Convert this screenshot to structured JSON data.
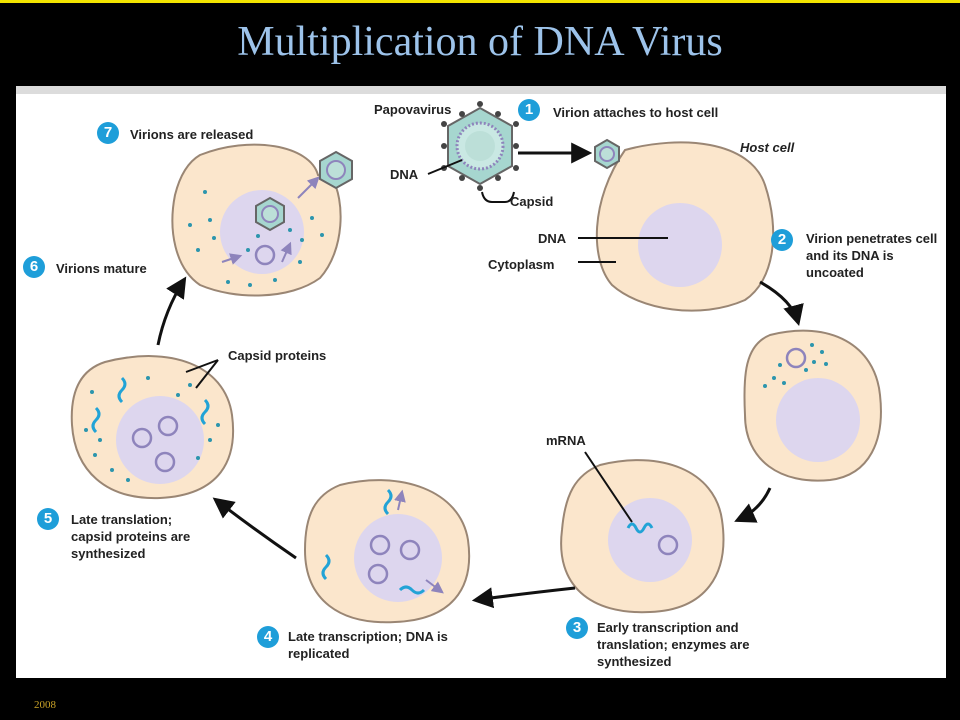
{
  "title": "Multiplication of DNA Virus",
  "footer": "2008",
  "labels": {
    "papovavirus": "Papovavirus",
    "dna_virion": "DNA",
    "capsid": "Capsid",
    "dna_cell": "DNA",
    "cytoplasm": "Cytoplasm",
    "host_cell": "Host cell",
    "capsid_proteins": "Capsid proteins",
    "mrna": "mRNA"
  },
  "steps": [
    {
      "number": "1",
      "text": "Virion attaches to host cell"
    },
    {
      "number": "2",
      "text": "Virion penetrates cell and its DNA is uncoated"
    },
    {
      "number": "3",
      "text": "Early transcription and translation; enzymes are synthesized"
    },
    {
      "number": "4",
      "text": "Late transcription; DNA is replicated"
    },
    {
      "number": "5",
      "text": "Late translation; capsid proteins are synthesized"
    },
    {
      "number": "6",
      "text": "Virions mature"
    },
    {
      "number": "7",
      "text": "Virions are released"
    }
  ],
  "colors": {
    "background": "#000000",
    "title": "#9dc3ea",
    "accent_line": "#f2e400",
    "cell_fill": "#fbe6cc",
    "nucleus_fill": "#ddd6ee",
    "badge": "#1e9ed9",
    "mrna": "#22a3d6",
    "dna_circle": "#8e84bc"
  }
}
